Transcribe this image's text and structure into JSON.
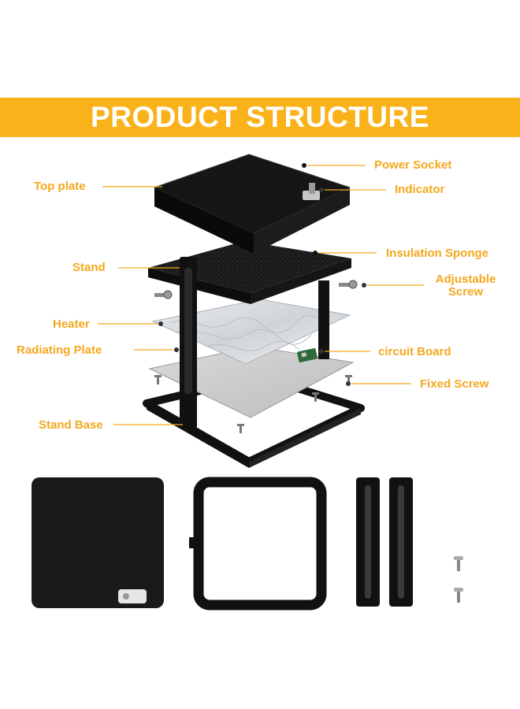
{
  "banner": {
    "title": "PRODUCT STRUCTURE"
  },
  "labels": {
    "top_plate": "Top plate",
    "stand": "Stand",
    "heater": "Heater",
    "radiating_plate": "Radiating Plate",
    "stand_base": "Stand Base",
    "power_socket": "Power Socket",
    "indicator": "Indicator",
    "insulation_sponge": "Insulation Sponge",
    "adjustable_screw_line1": "Adjustable",
    "adjustable_screw_line2": "Screw",
    "circuit_board": "circuit Board",
    "fixed_screw": "Fixed Screw"
  },
  "colors": {
    "accent": "#f9b21a",
    "label": "#f4a81d",
    "part_black": "#111111"
  }
}
